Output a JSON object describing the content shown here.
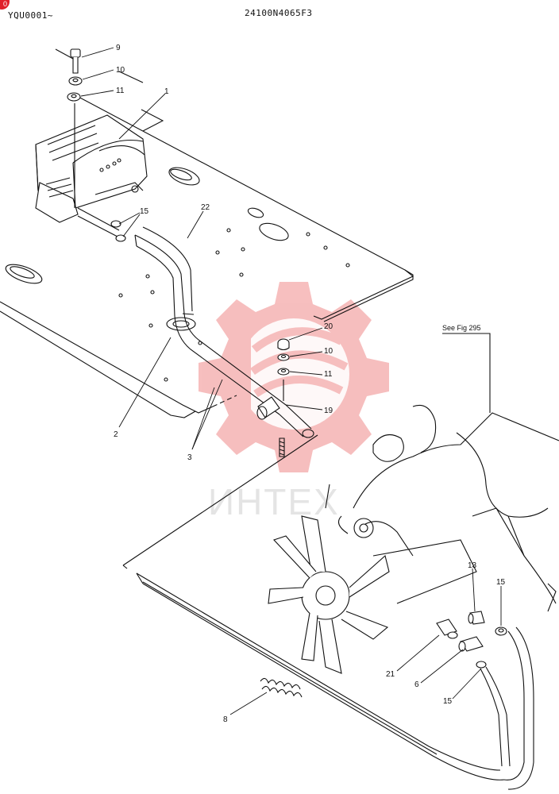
{
  "header": {
    "doc_code": "YQU0001~",
    "drawing_number": "24100N4065F3",
    "badge": "0"
  },
  "reference_note": "See Fig 295",
  "watermark": {
    "text": "ИНТЕХ",
    "color": "#f08a8a"
  },
  "callouts": {
    "c9": "9",
    "c10a": "10",
    "c11a": "11",
    "c1": "1",
    "c15a": "15",
    "c22": "22",
    "c20": "20",
    "c10b": "10",
    "c11b": "11",
    "c19": "19",
    "c2": "2",
    "c3": "3",
    "c13": "13",
    "c15b": "15",
    "c21": "21",
    "c6": "6",
    "c15c": "15",
    "c8": "8"
  }
}
